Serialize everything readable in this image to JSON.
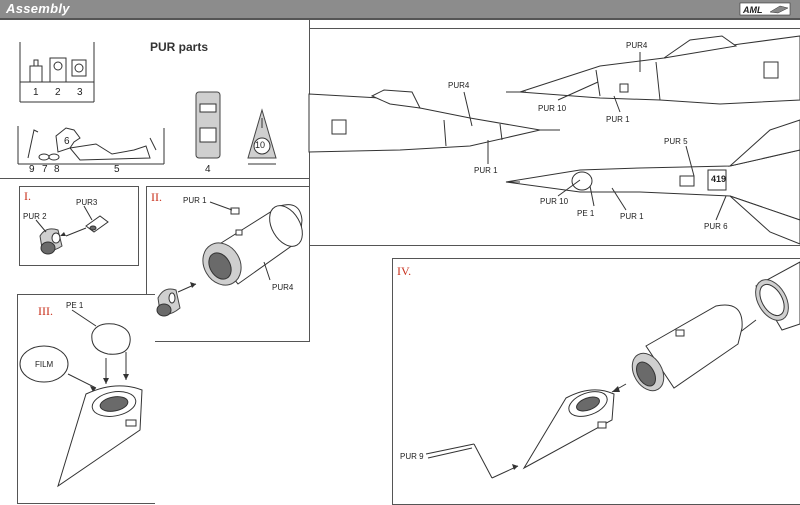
{
  "header": {
    "title": "Assembly",
    "logo_text": "AML"
  },
  "parts": {
    "title": "PUR parts",
    "n1": "1",
    "n2": "2",
    "n3": "3",
    "n4": "4",
    "n5": "5",
    "n6": "6",
    "n9": "9",
    "n7": "7",
    "n8": "8",
    "n10": "10"
  },
  "step1": {
    "roman": "I.",
    "pur3": "PUR3",
    "pur2": "PUR 2"
  },
  "step2": {
    "roman": "II.",
    "pur1": "PUR 1",
    "pur4": "PUR4"
  },
  "step3": {
    "roman": "III.",
    "pe1": "PE 1",
    "film": "FILM"
  },
  "step4": {
    "roman": "IV.",
    "pur9": "PUR 9"
  },
  "overview": {
    "top_pur4": "PUR4",
    "top_pur10": "PUR 10",
    "top_pur1": "PUR 1",
    "left_pur4": "PUR4",
    "left_pur1": "PUR 1",
    "bottom_pur5": "PUR 5",
    "bottom_pur10": "PUR 10",
    "bottom_pe1": "PE 1",
    "bottom_pur1": "PUR 1",
    "bottom_pur6": "PUR 6",
    "code": "419"
  }
}
